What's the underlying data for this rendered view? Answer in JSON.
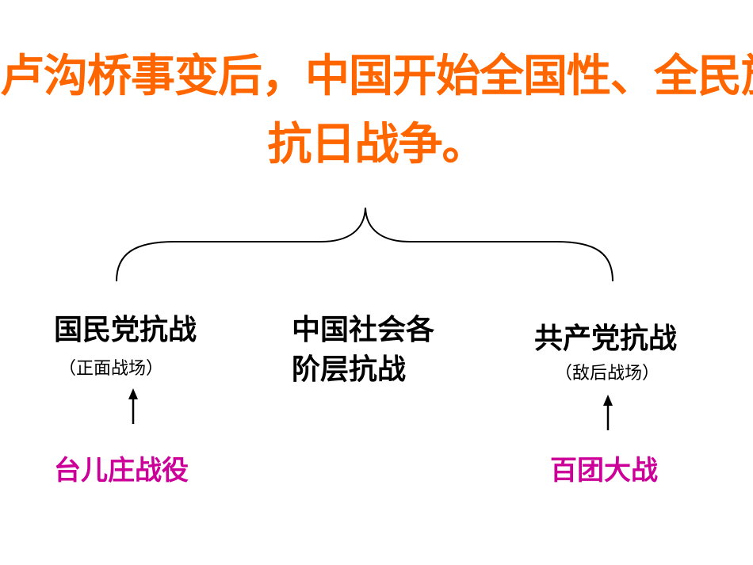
{
  "title": {
    "line1": "卢沟桥事变后，中国开始全国性、全民族的",
    "line2": "抗日战争。"
  },
  "left": {
    "heading": "国民党抗战",
    "subtitle": "（正面战场）",
    "battle": "台儿庄战役"
  },
  "middle": {
    "line1": "中国社会各",
    "line2": "阶层抗战"
  },
  "right": {
    "heading": "共产党抗战",
    "subtitle": "（敌后战场）",
    "battle": "百团大战"
  },
  "colors": {
    "title": "#ff6600",
    "battle": "#cc0099",
    "text": "#000000"
  }
}
